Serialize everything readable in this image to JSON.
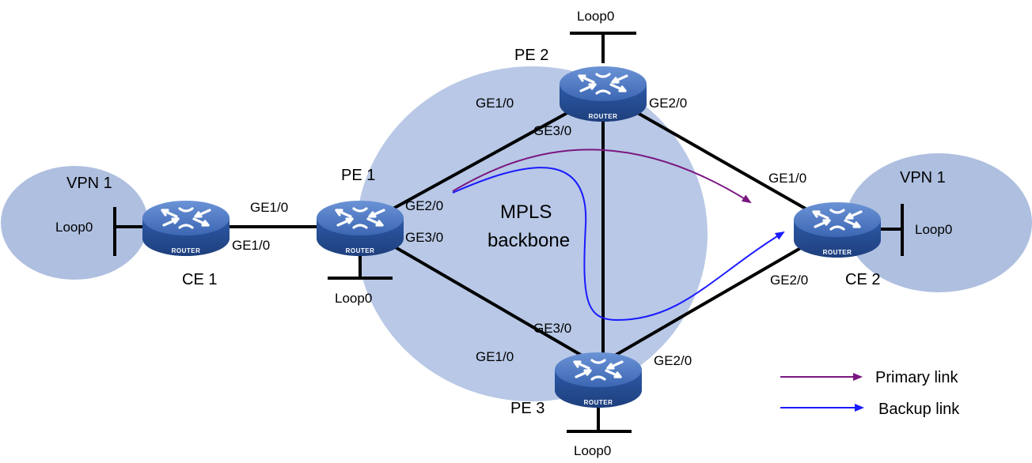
{
  "diagram": {
    "regions": {
      "vpn1_left": "VPN 1",
      "vpn1_right": "VPN 1",
      "backbone": "MPLS\nbackbone"
    },
    "routers": {
      "ce1": {
        "name": "CE 1",
        "badge": "ROUTER",
        "loopback": "Loop0"
      },
      "pe1": {
        "name": "PE 1",
        "badge": "ROUTER",
        "loopback": "Loop0"
      },
      "pe2": {
        "name": "PE 2",
        "badge": "ROUTER",
        "loopback": "Loop0"
      },
      "pe3": {
        "name": "PE 3",
        "badge": "ROUTER",
        "loopback": "Loop0"
      },
      "ce2": {
        "name": "CE 2",
        "badge": "ROUTER",
        "loopback": "Loop0"
      }
    },
    "ports": {
      "ce1_ge1": "GE1/0",
      "pe1_ge1": "GE1/0",
      "pe1_ge2": "GE2/0",
      "pe1_ge3": "GE3/0",
      "pe2_ge1": "GE1/0",
      "pe2_ge2": "GE2/0",
      "pe2_ge3": "GE3/0",
      "pe3_ge1": "GE1/0",
      "pe3_ge2": "GE2/0",
      "pe3_ge3": "GE3/0",
      "ce2_ge1": "GE1/0",
      "ce2_ge2": "GE2/0"
    },
    "legend": {
      "primary": "Primary link",
      "backup": "Backup link"
    },
    "colors": {
      "region_fill": "#aebfe0",
      "backbone_fill": "#b8c8e6",
      "router_body": "#2b58a3",
      "router_top": "#4a79c2",
      "primary_link": "#7a1680",
      "backup_link": "#1b1bff",
      "link": "#000000"
    }
  }
}
